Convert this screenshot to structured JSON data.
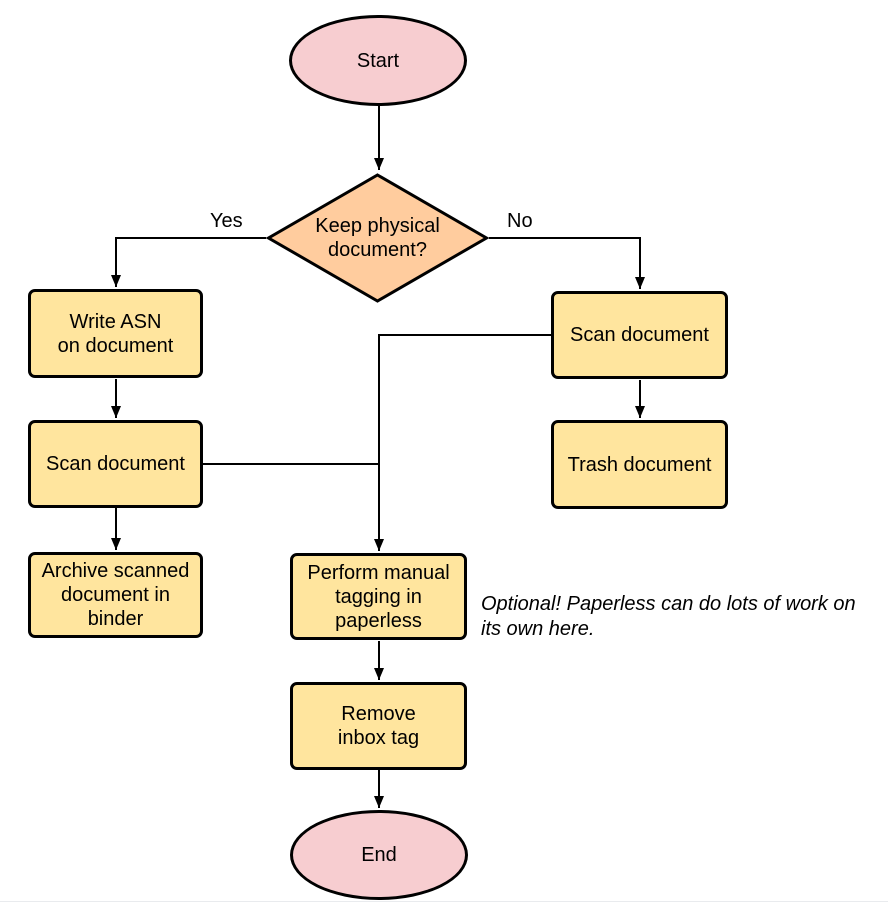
{
  "colors": {
    "terminal_fill": "#F7CDD0",
    "decision_fill": "#FFCC9E",
    "process_fill": "#FFE59E",
    "stroke": "#000000",
    "background": "#FFFFFF"
  },
  "nodes": {
    "start": {
      "type": "terminal",
      "label": "Start"
    },
    "decision": {
      "type": "decision",
      "label": "Keep physical\ndocument?"
    },
    "write_asn": {
      "type": "process",
      "label": "Write ASN\non document"
    },
    "scan_left": {
      "type": "process",
      "label": "Scan document"
    },
    "archive": {
      "type": "process",
      "label": "Archive scanned\ndocument in\nbinder"
    },
    "scan_right": {
      "type": "process",
      "label": "Scan document"
    },
    "trash": {
      "type": "process",
      "label": "Trash document"
    },
    "tagging": {
      "type": "process",
      "label": "Perform manual\ntagging in\npaperless"
    },
    "remove_inbox": {
      "type": "process",
      "label": "Remove\ninbox tag"
    },
    "end": {
      "type": "terminal",
      "label": "End"
    }
  },
  "edge_labels": {
    "yes": "Yes",
    "no": "No"
  },
  "note": {
    "text": "Optional! Paperless can do lots of work on\nits own here."
  }
}
